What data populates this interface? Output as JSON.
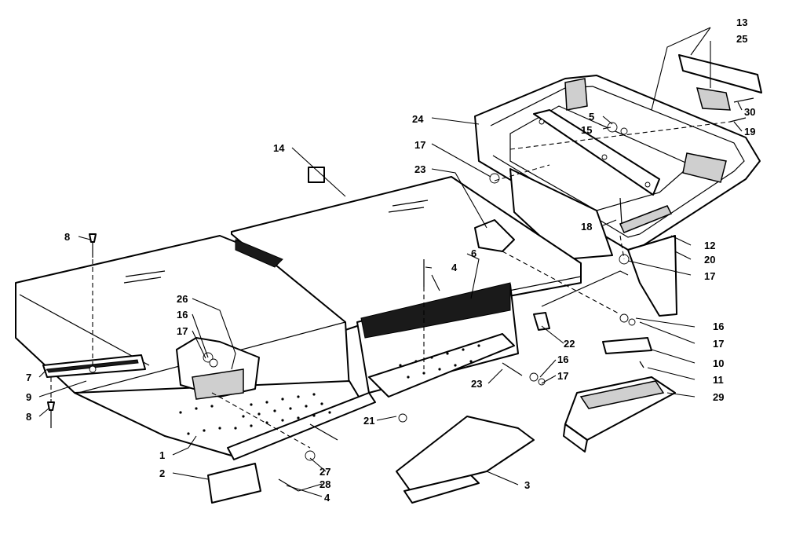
{
  "callouts": {
    "c1": "1",
    "c2": "2",
    "c3": "3",
    "c4a": "4",
    "c4b": "4",
    "c5": "5",
    "c6": "6",
    "c7": "7",
    "c8a": "8",
    "c8b": "8",
    "c9": "9",
    "c10": "10",
    "c11": "11",
    "c12": "12",
    "c13": "13",
    "c14": "14",
    "c15": "15",
    "c16a": "16",
    "c16b": "16",
    "c16c": "16",
    "c17a": "17",
    "c17b": "17",
    "c17c": "17",
    "c17d": "17",
    "c17e": "17",
    "c18": "18",
    "c19": "19",
    "c20": "20",
    "c21": "21",
    "c22": "22",
    "c23a": "23",
    "c23b": "23",
    "c24": "24",
    "c25": "25",
    "c26": "26",
    "c27": "27",
    "c28": "28",
    "c29": "29",
    "c30": "30"
  }
}
